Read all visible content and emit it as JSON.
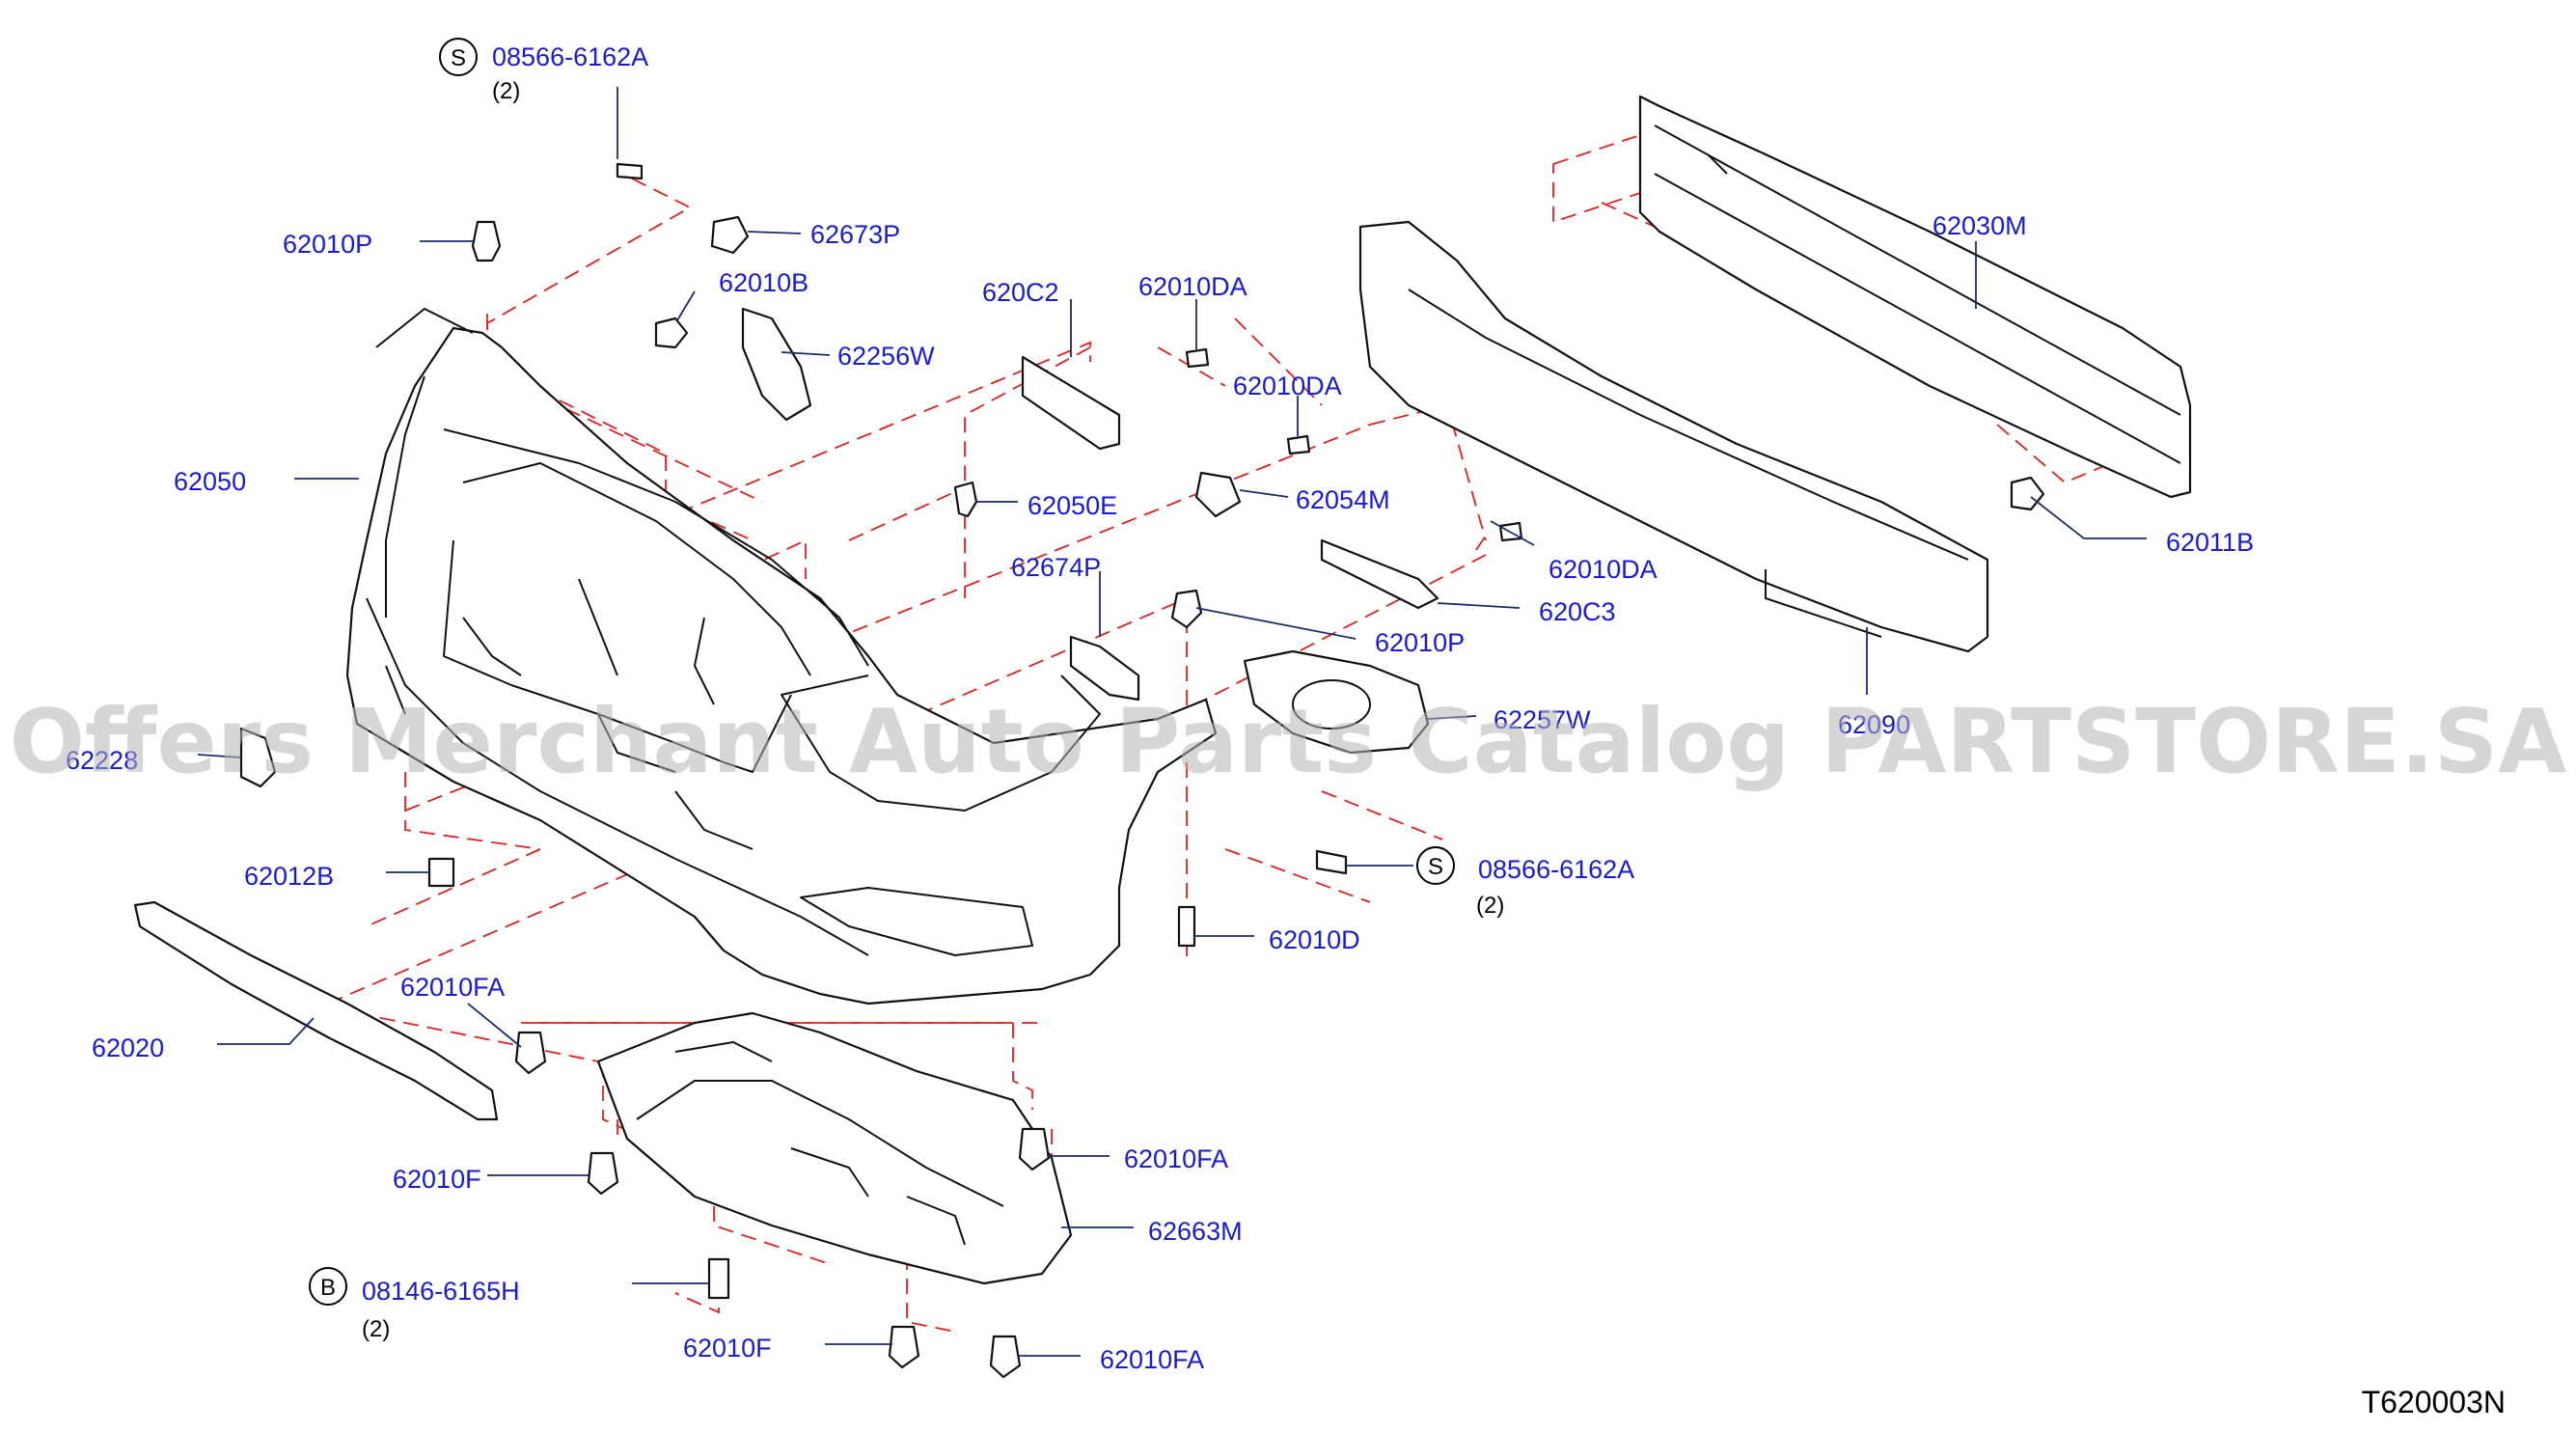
{
  "diagram_code": "T620003N",
  "watermark": "Offers Merchant Auto Parts Catalog PARTSTORE.SA",
  "labels": {
    "s_top_part": "08566-6162A",
    "s_top_qty": "(2)",
    "s_prefix": "S",
    "p_62010P_a": "62010P",
    "p_62673P": "62673P",
    "p_62010B": "62010B",
    "p_62256W": "62256W",
    "p_620C2": "620C2",
    "p_62010DA_a": "62010DA",
    "p_62010DA_b": "62010DA",
    "p_62010DA_c": "62010DA",
    "p_62050": "62050",
    "p_62050E": "62050E",
    "p_62054M": "62054M",
    "p_62674P": "62674P",
    "p_620C3": "620C3",
    "p_62010P_b": "62010P",
    "p_62257W": "62257W",
    "p_62228": "62228",
    "p_62012B": "62012B",
    "s_mid_part": "08566-6162A",
    "s_mid_qty": "(2)",
    "p_62010D": "62010D",
    "p_62020": "62020",
    "p_62010FA_a": "62010FA",
    "p_62010FA_b": "62010FA",
    "p_62010FA_c": "62010FA",
    "p_62010F_a": "62010F",
    "p_62010F_b": "62010F",
    "p_62663M": "62663M",
    "b_prefix": "B",
    "b_part": "08146-6165H",
    "b_qty": "(2)",
    "p_62030M": "62030M",
    "p_62011B": "62011B",
    "p_62090": "62090"
  }
}
